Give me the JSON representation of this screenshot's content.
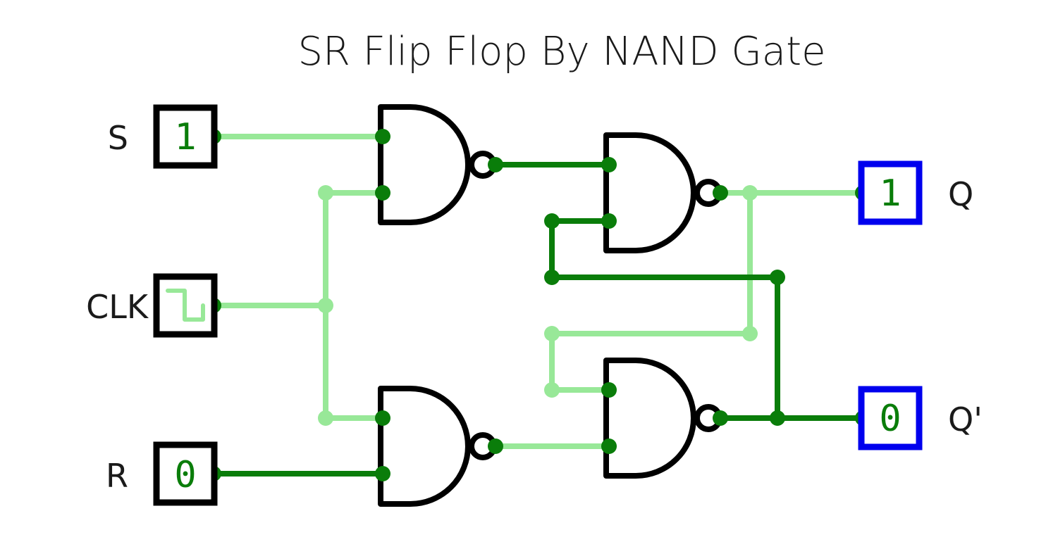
{
  "title": "SR Flip Flop By NAND Gate",
  "colors": {
    "wire_high": "#0a7d0a",
    "wire_low": "#98e898",
    "output_box": "#0000ee",
    "gate_stroke": "#000000",
    "text": "#1a1a1a"
  },
  "inputs": {
    "s": {
      "label": "S",
      "value": "1"
    },
    "clk": {
      "label": "CLK",
      "icon": "square-wave-icon"
    },
    "r": {
      "label": "R",
      "value": "0"
    }
  },
  "outputs": {
    "q": {
      "label": "Q",
      "value": "1"
    },
    "q_bar": {
      "label": "Q'",
      "value": "0"
    }
  },
  "gates": [
    "NAND",
    "NAND",
    "NAND",
    "NAND"
  ]
}
